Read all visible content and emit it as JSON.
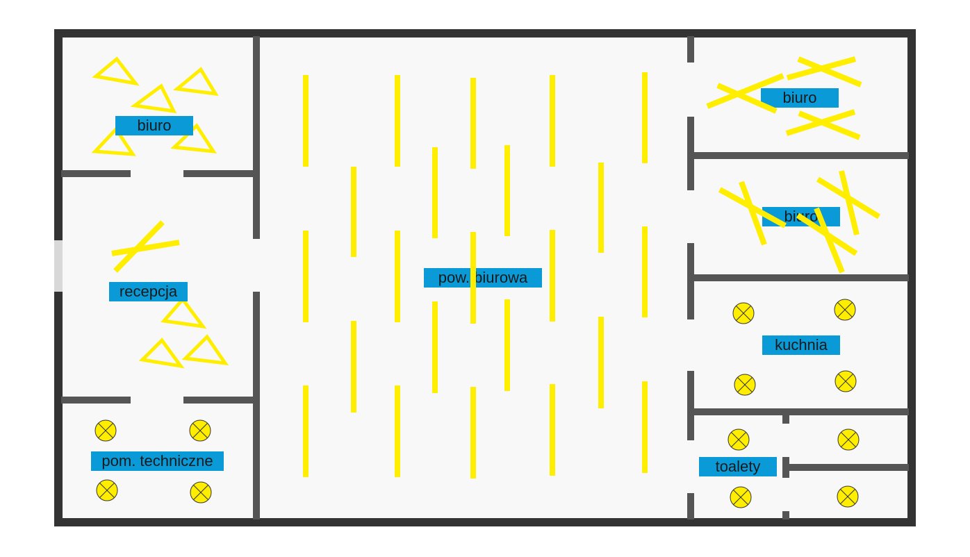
{
  "rooms": {
    "top_left": "biuro",
    "reception": "recepcja",
    "technical": "pom. techniczne",
    "open_office": "pow. biurowa",
    "top_right": "biuro",
    "mid_right": "biuro",
    "kitchen": "kuchnia",
    "toilets": "toalety"
  },
  "colors": {
    "wall": "#333333",
    "inner_wall": "#555555",
    "floor": "#f8f8f8",
    "fixture": "#ffee00",
    "label_bg": "#0a9ad8",
    "door": "#d8d8d8"
  },
  "legend_icons": {
    "triangle": "triangle-light-icon",
    "cross": "cross-light-icon",
    "bar": "linear-light-icon",
    "circle": "round-lamp-icon"
  }
}
